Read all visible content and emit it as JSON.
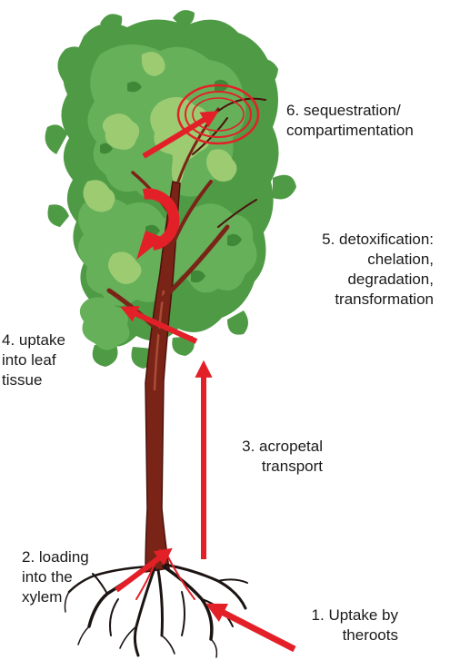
{
  "steps": [
    {
      "id": "uptake-roots",
      "lines": [
        "1. Uptake by",
        "theroots"
      ]
    },
    {
      "id": "loading-xylem",
      "lines": [
        "2. loading",
        "into the",
        "xylem"
      ]
    },
    {
      "id": "acropetal-transport",
      "lines": [
        "3. acropetal",
        "transport"
      ]
    },
    {
      "id": "uptake-leaf",
      "lines": [
        "4. uptake",
        "into leaf",
        "tissue"
      ]
    },
    {
      "id": "detoxification",
      "lines": [
        "5. detoxification:",
        "chelation,",
        "degradation,",
        "transformation"
      ]
    },
    {
      "id": "sequestration",
      "lines": [
        "6. sequestration/",
        "compartimentation"
      ]
    }
  ],
  "colors": {
    "arrow": "#e32028",
    "trunk": "#7a2418",
    "trunk_dark": "#4a120c",
    "roots": "#1c1412",
    "leaf_dark": "#4f9a45",
    "leaf_mid": "#66b05a",
    "leaf_light": "#9ccb72",
    "text": "#1a1a1a"
  }
}
